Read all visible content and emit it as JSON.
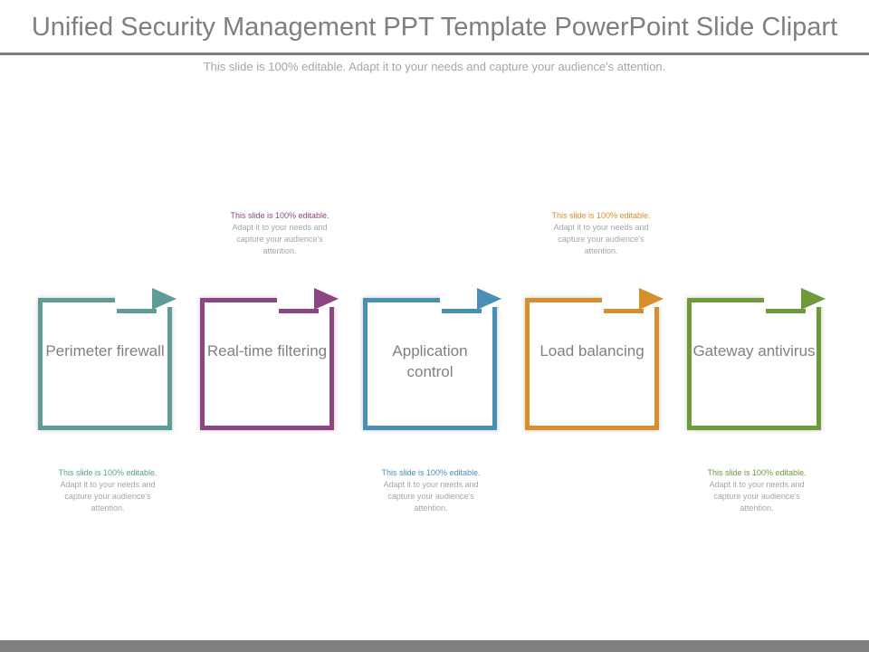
{
  "slide": {
    "title": "Unified Security Management PPT Template PowerPoint Slide Clipart",
    "subtitle": "This slide is 100% editable. Adapt it to your needs and capture your audience's attention."
  },
  "colors": {
    "teal": "#5c9e96",
    "purple": "#8e4682",
    "blue": "#4a8fb5",
    "orange": "#d58f2c",
    "green": "#6e9a3c",
    "text_gray": "#808080",
    "rule_gray": "#7f7f7f"
  },
  "steps": [
    {
      "label": "Perimeter firewall",
      "color": "#5c9e96",
      "note_head": "This slide is 100% editable.",
      "note_body": "Adapt it to your needs and capture your audience's attention."
    },
    {
      "label": "Real-time filtering",
      "color": "#8e4682",
      "note_head": "This slide is 100% editable.",
      "note_body": "Adapt it to your needs and capture your audience's attention."
    },
    {
      "label": "Application control",
      "color": "#4a8fb5",
      "note_head": "This slide is 100% editable.",
      "note_body": "Adapt it to your needs and capture your audience's attention."
    },
    {
      "label": "Load balancing",
      "color": "#d58f2c",
      "note_head": "This slide is 100% editable.",
      "note_body": "Adapt it to your needs and capture your audience's attention."
    },
    {
      "label": "Gateway antivirus",
      "color": "#6e9a3c",
      "note_head": "This slide is 100% editable.",
      "note_body": "Adapt it to your needs and capture your audience's attention."
    }
  ]
}
